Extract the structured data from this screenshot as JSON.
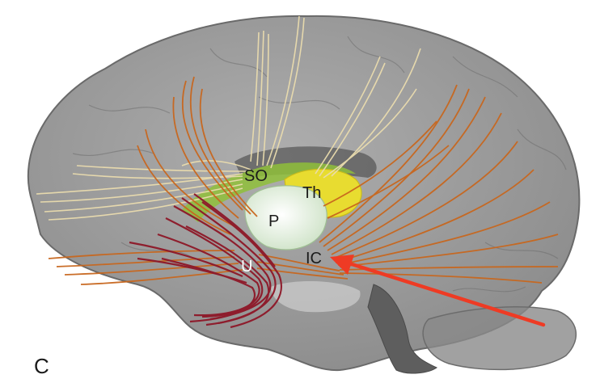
{
  "figure": {
    "panel_letter": "C",
    "labels": {
      "so": "SO",
      "th": "Th",
      "p": "P",
      "u": "U",
      "ic": "IC"
    }
  },
  "colors": {
    "background": "#ffffff",
    "brain_surface": "#8c8c8c",
    "fibers_orange": "#c8671e",
    "fibers_cream": "#eadcae",
    "uncinate_red": "#8e1a2a",
    "thalamus_yellow": "#e8dc30",
    "putamen_white": "#eef6ea",
    "green_structure": "#8fbf3a",
    "arrow_red": "#ee3b24",
    "brainstem": "#5e5e5e"
  },
  "icons": {
    "pointer": "red-arrow-icon"
  }
}
